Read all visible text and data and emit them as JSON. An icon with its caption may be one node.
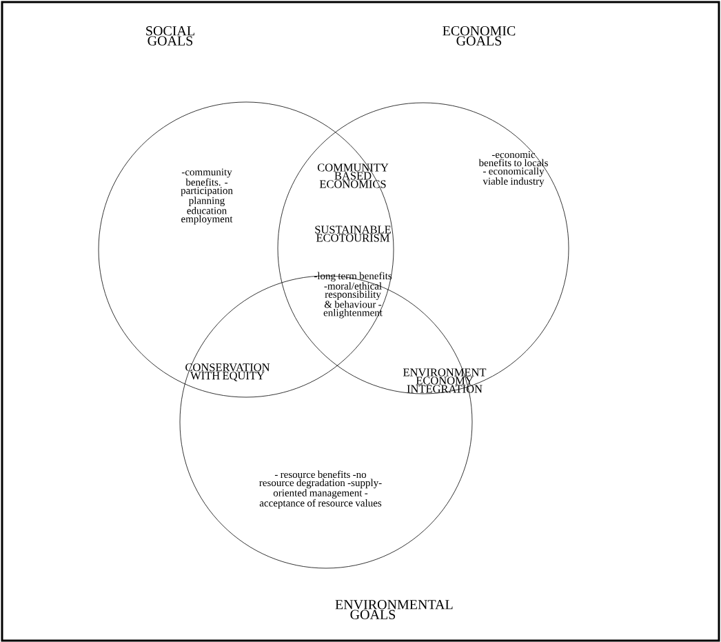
{
  "diagram": {
    "nodes": [
      {
        "text": [
          "SOCIAL GOALS",
          "-community benefits. -participation planning education employment"
        ]
      },
      {
        "text": [
          "ECONOMIC GOALS",
          "-economic benefits to locals - economically viable industry"
        ]
      },
      {
        "text": [
          "- resource benefits -no resource degradation -supply-oriented management - acceptance of resource values",
          "ENVIRONMENTAL GOALS"
        ]
      }
    ],
    "labels": [
      "COMMUNITY BASED ECONOMICS",
      "SUSTAINABLE ECOTOURISM",
      "-long term benefits -moral/ethical responsibility & behaviour - enlightenment",
      "CONSERVATION WITH EQUITY",
      "ENVIRONMENT ECONOMY INTEGRATION"
    ]
  }
}
